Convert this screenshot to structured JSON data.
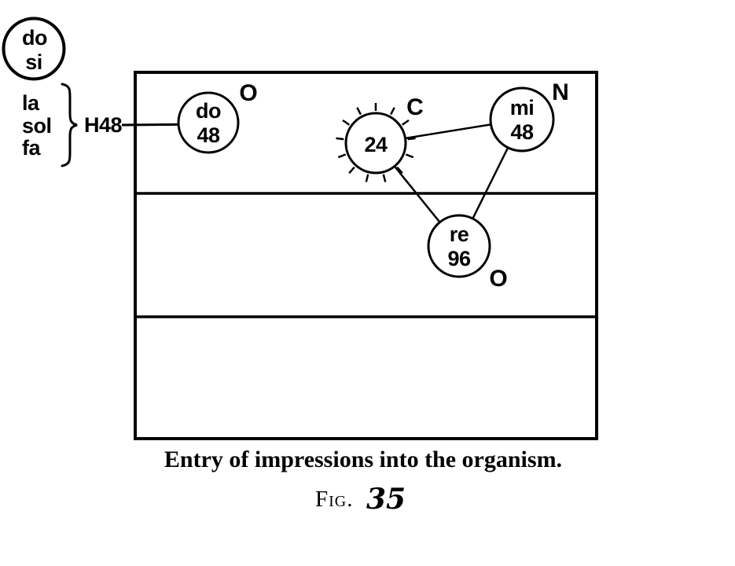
{
  "colors": {
    "ink": "#000000",
    "paper": "#ffffff"
  },
  "outside": {
    "top_circle": {
      "line1": "do",
      "line2": "si"
    },
    "notes": [
      "la",
      "sol",
      "fa"
    ],
    "hydrogen_label": "H48"
  },
  "organism_box": {
    "nodes": {
      "do48": {
        "line1": "do",
        "line2": "48",
        "tag": "O"
      },
      "sun": {
        "value": "24",
        "tag": "C"
      },
      "mi48": {
        "line1": "mi",
        "line2": "48",
        "tag": "N"
      },
      "re96": {
        "line1": "re",
        "line2": "96",
        "tag": "O"
      }
    }
  },
  "caption": "Entry of impressions into the organism.",
  "figure": {
    "label": "Fig.",
    "number": "35"
  }
}
